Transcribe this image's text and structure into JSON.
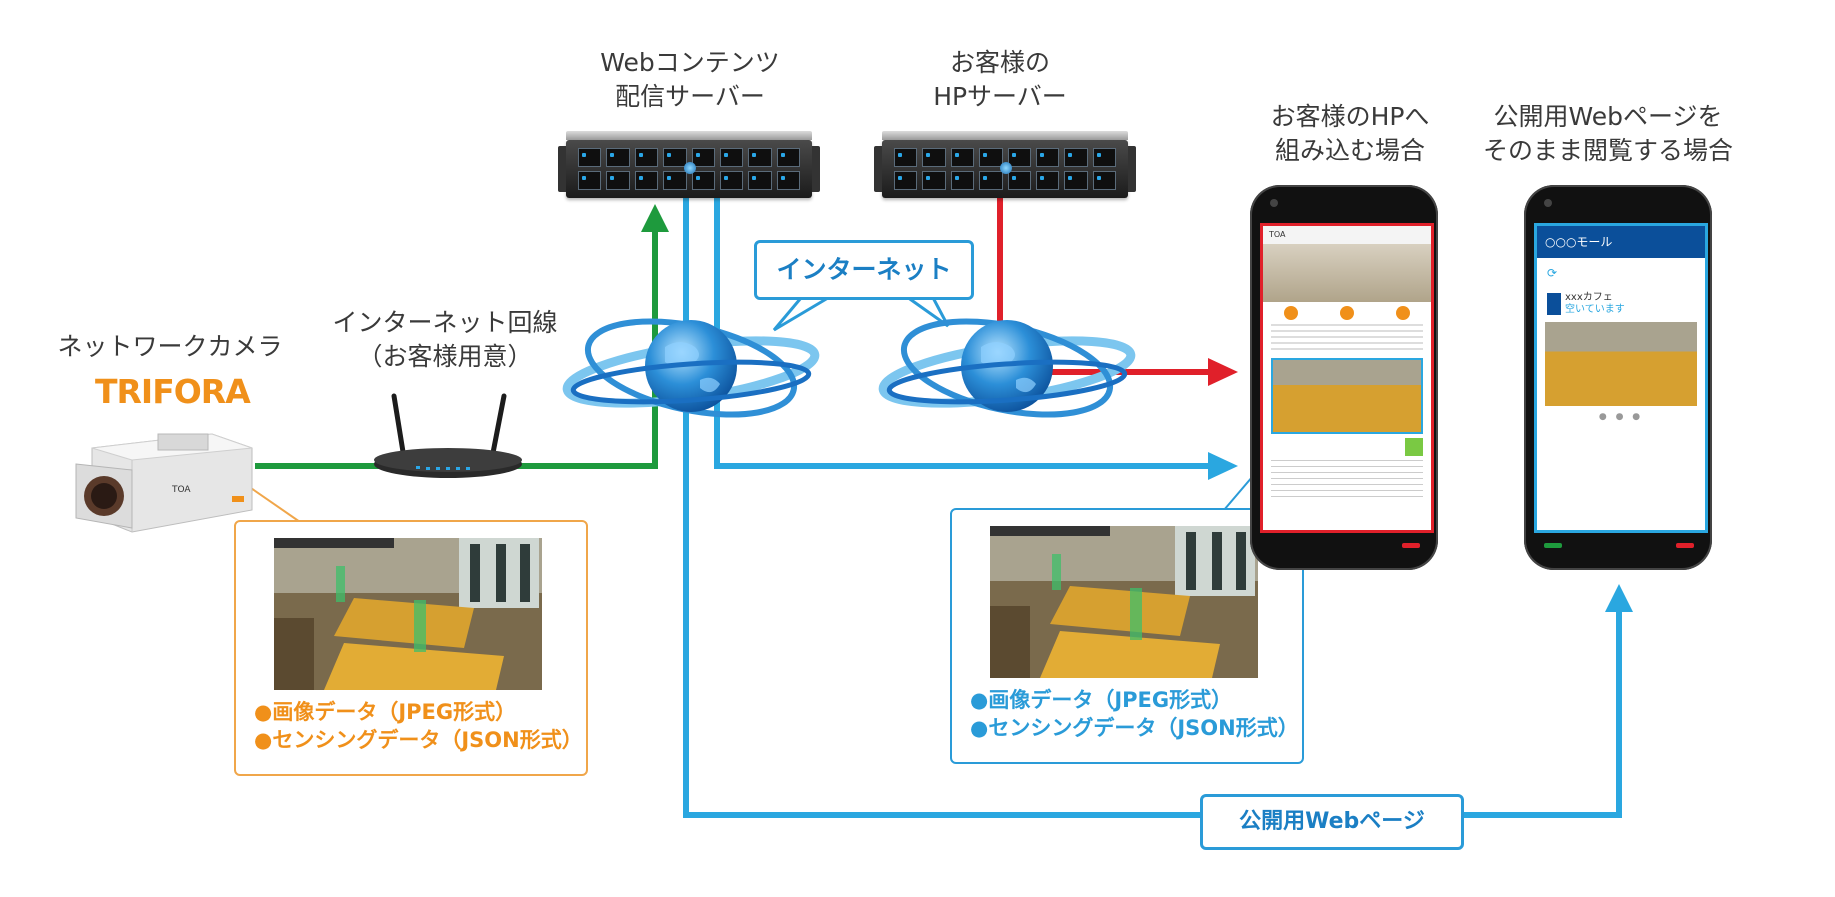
{
  "labels": {
    "server_web": [
      "Webコンテンツ",
      "配信サーバー"
    ],
    "server_hp": [
      "お客様の",
      "HPサーバー"
    ],
    "hp_embed": [
      "お客様のHPへ",
      "組み込む場合"
    ],
    "public_view": [
      "公開用Webページを",
      "そのまま閲覧する場合"
    ],
    "camera_title": "ネットワークカメラ",
    "camera_brand": "TRIFORA",
    "line": [
      "インターネット回線",
      "（お客様用意）"
    ],
    "internet": "インターネット",
    "public_web": "公開用Webページ"
  },
  "camera_info": {
    "items": [
      "●画像データ（JPEG形式）",
      "●センシングデータ（JSON形式）"
    ]
  },
  "phone_info": {
    "items": [
      "●画像データ（JPEG形式）",
      "●センシングデータ（JSON形式）"
    ]
  },
  "phone_public": {
    "header": "○○○モール",
    "cafe": "xxxカフェ",
    "status": "空いています"
  },
  "colors": {
    "green": "#1e9a3d",
    "red": "#e0202a",
    "blue": "#2aa7e0",
    "orange": "#f0901a"
  }
}
